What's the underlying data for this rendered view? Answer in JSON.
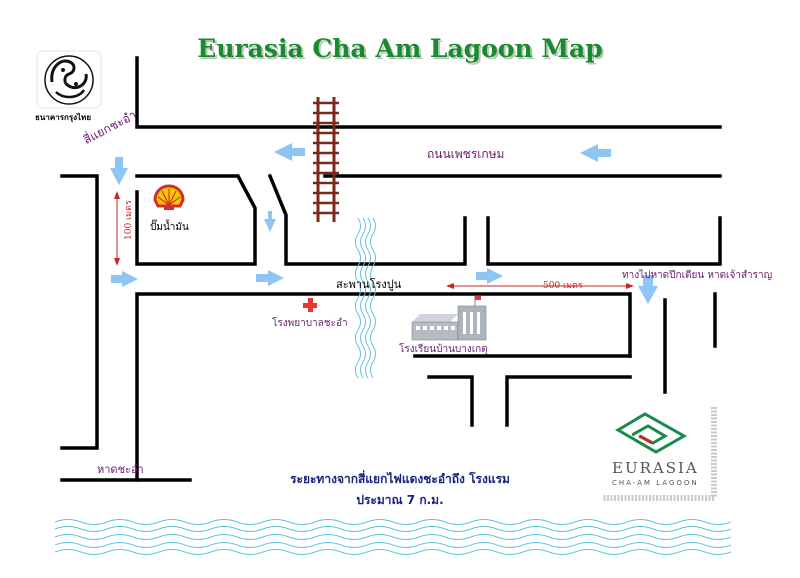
{
  "title": "Eurasia Cha Am Lagoon Map",
  "bank": {
    "name": "ธนาคารกรุงไทย",
    "icon": "krungthai-bank-logo"
  },
  "labels": {
    "intersection": "สี่แยกชะอำ",
    "main_road": "ถนนเพชรเกษม",
    "gas_station": "ปั๊มน้ำมัน",
    "distance_100": "100 เมตร",
    "bridge": "สะพานโรงปูน",
    "hospital": "โรงพยาบาลชะอำ",
    "school": "โรงเรียนบ้านบางเกตุ",
    "distance_500": "500 เมตร",
    "beach_direction": "ทางไปหาดปึกเตียน หาดเจ้าสำราญ",
    "beach": "หาดชะอำ"
  },
  "note": {
    "line1": "ระยะทางจากสี่แยกไฟแดงชะอำถึง โรงแรม",
    "line2": "ประมาณ 7 ก.ม."
  },
  "eurasia_logo": {
    "name": "EURASIA",
    "sub": "CHA-AM LAGOON"
  },
  "colors": {
    "title": "#1a8a2e",
    "arrow": "#8ec5f4",
    "road": "#000000",
    "rail": "#7a2a1a",
    "river": "#5fc6dc",
    "label_purple": "#6a1b6e",
    "note_navy": "#1a237e",
    "distance_red": "#c62828",
    "logo_green": "#1a8a4a"
  }
}
